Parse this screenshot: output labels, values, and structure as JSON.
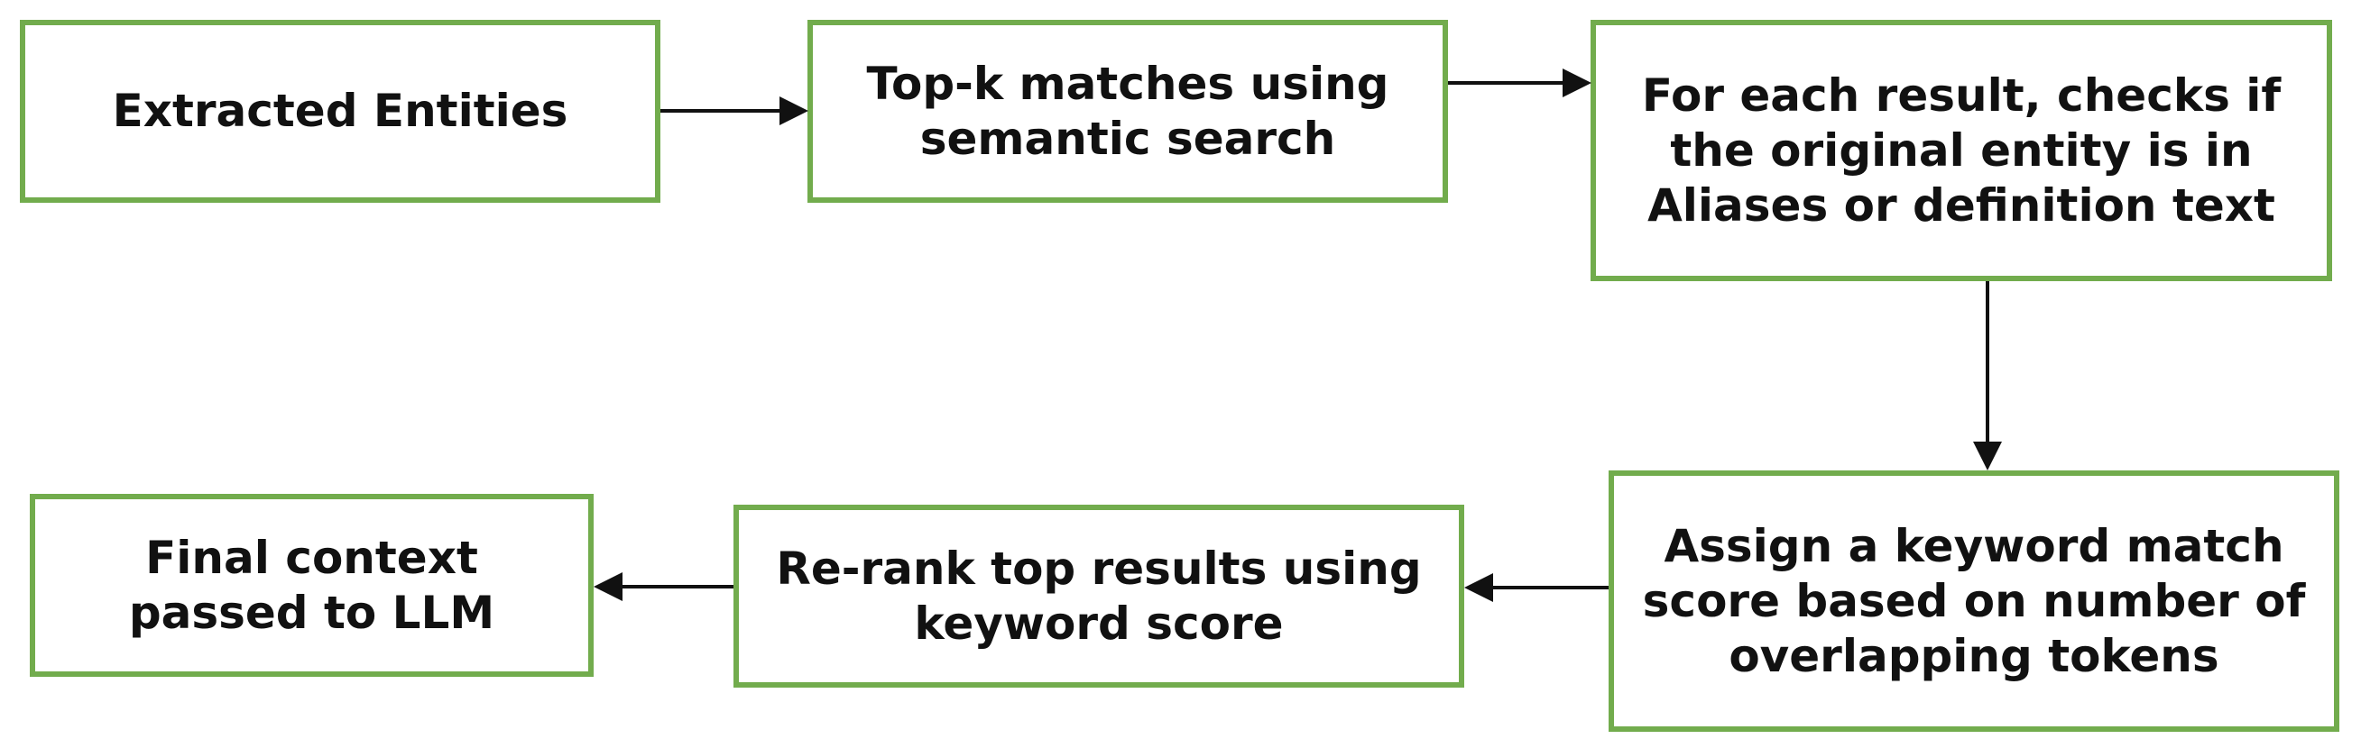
{
  "colors": {
    "box_border": "#72ac4d",
    "text": "#111111",
    "arrow": "#111111",
    "background": "#ffffff"
  },
  "nodes": {
    "extracted": {
      "label": "Extracted Entities"
    },
    "topk": {
      "label": "Top-k matches using\nsemantic search"
    },
    "check": {
      "label": "For each result, checks if\nthe original entity is in\nAliases or definition text"
    },
    "assign": {
      "label": "Assign a keyword match\nscore based on number of\noverlapping tokens"
    },
    "rerank": {
      "label": "Re-rank top results using\nkeyword score"
    },
    "final": {
      "label": "Final context\npassed to LLM"
    }
  },
  "edges": [
    {
      "from": "extracted",
      "to": "topk"
    },
    {
      "from": "topk",
      "to": "check"
    },
    {
      "from": "check",
      "to": "assign"
    },
    {
      "from": "assign",
      "to": "rerank"
    },
    {
      "from": "rerank",
      "to": "final"
    }
  ]
}
